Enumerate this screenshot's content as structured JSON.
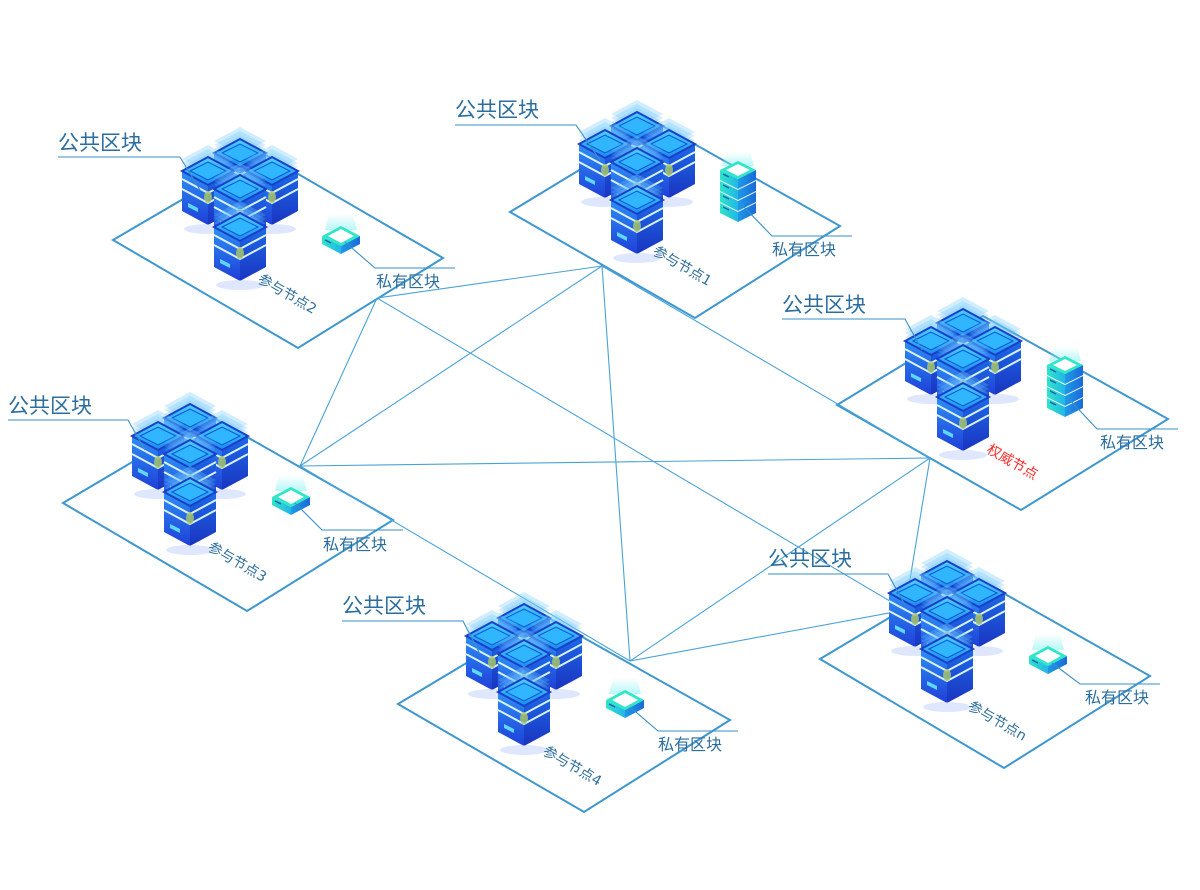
{
  "diagram": {
    "type": "blockchain-network-topology",
    "colors": {
      "plate_stroke": "#3e97cf",
      "link": "#4aa3d6",
      "label_text": "#2a6d9e",
      "authority_label": "#ff2b2b",
      "server_blue": "#1e6ff0",
      "server_cyan": "#1ec8f0",
      "private_block_teal": "#2ee6c8"
    },
    "nodes": [
      {
        "id": "participant-2",
        "label": "参与节点2",
        "public_block_label": "公共区块",
        "private_block_label": "私有区块",
        "private_block_icon": "single-box-icon",
        "role": "participant"
      },
      {
        "id": "participant-1",
        "label": "参与节点1",
        "public_block_label": "公共区块",
        "private_block_label": "私有区块",
        "private_block_icon": "server-rack-icon",
        "role": "participant"
      },
      {
        "id": "authority",
        "label": "权威节点",
        "public_block_label": "公共区块",
        "private_block_label": "私有区块",
        "private_block_icon": "server-rack-icon",
        "role": "authority"
      },
      {
        "id": "participant-3",
        "label": "参与节点3",
        "public_block_label": "公共区块",
        "private_block_label": "私有区块",
        "private_block_icon": "single-box-icon",
        "role": "participant"
      },
      {
        "id": "participant-4",
        "label": "参与节点4",
        "public_block_label": "公共区块",
        "private_block_label": "私有区块",
        "private_block_icon": "single-box-icon",
        "role": "participant"
      },
      {
        "id": "participant-n",
        "label": "参与节点n",
        "public_block_label": "公共区块",
        "private_block_label": "私有区块",
        "private_block_icon": "single-box-icon",
        "role": "participant"
      }
    ],
    "links": [
      [
        "participant-2",
        "participant-1"
      ],
      [
        "participant-2",
        "participant-3"
      ],
      [
        "participant-2",
        "participant-n"
      ],
      [
        "participant-1",
        "participant-3"
      ],
      [
        "participant-1",
        "participant-4"
      ],
      [
        "participant-3",
        "authority"
      ],
      [
        "participant-3",
        "participant-4"
      ],
      [
        "authority",
        "participant-4"
      ],
      [
        "authority",
        "participant-n"
      ],
      [
        "participant-4",
        "participant-n"
      ],
      [
        "participant-1",
        "authority"
      ]
    ]
  }
}
